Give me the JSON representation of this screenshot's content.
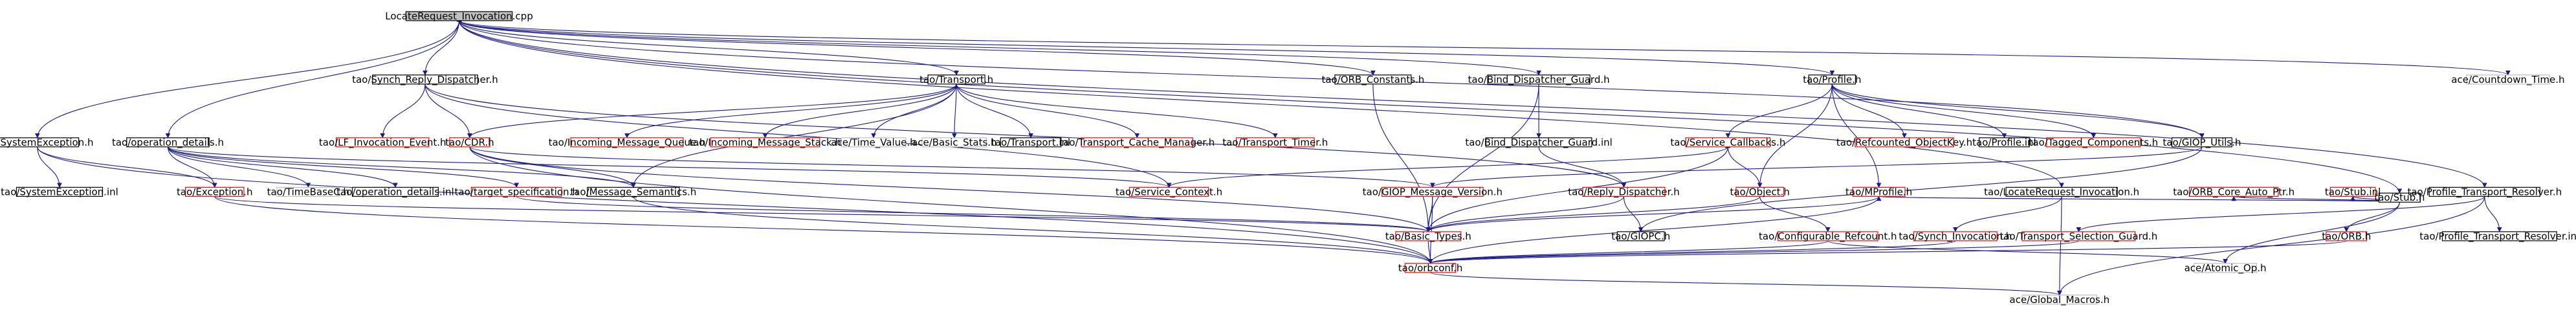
{
  "colors": {
    "root_fill": "#c0c0c0",
    "node_fill": "#ffffff",
    "border_black": "#000000",
    "border_red": "#ff0000",
    "border_gray": "#bfbfbf",
    "text": "#000000",
    "edge": "#1a1a8c"
  },
  "nodes": [
    {
      "id": "root",
      "label": "LocateRequest_Invocation.cpp",
      "style": "root"
    },
    {
      "id": "synch_reply",
      "label": "tao/Synch_Reply_Dispatcher.h",
      "style": "black"
    },
    {
      "id": "transport",
      "label": "tao/Transport.h",
      "style": "black"
    },
    {
      "id": "orb_constants",
      "label": "tao/ORB_Constants.h",
      "style": "black"
    },
    {
      "id": "bind_guard",
      "label": "tao/Bind_Dispatcher_Guard.h",
      "style": "black"
    },
    {
      "id": "profile",
      "label": "tao/Profile.h",
      "style": "black"
    },
    {
      "id": "stub",
      "label": "tao/Stub.h",
      "style": "black"
    },
    {
      "id": "countdown",
      "label": "ace/Countdown_Time.h",
      "style": "gray"
    },
    {
      "id": "sys_exc",
      "label": "tao/SystemException.h",
      "style": "black"
    },
    {
      "id": "op_details",
      "label": "tao/operation_details.h",
      "style": "black"
    },
    {
      "id": "lf_event",
      "label": "tao/LF_Invocation_Event.h",
      "style": "red"
    },
    {
      "id": "cdr",
      "label": "tao/CDR.h",
      "style": "red"
    },
    {
      "id": "in_queue",
      "label": "tao/Incoming_Message_Queue.h",
      "style": "red"
    },
    {
      "id": "in_stack",
      "label": "tao/Incoming_Message_Stack.h",
      "style": "red"
    },
    {
      "id": "time_value",
      "label": "ace/Time_Value.h",
      "style": "gray"
    },
    {
      "id": "basic_stats",
      "label": "ace/Basic_Stats.h",
      "style": "gray"
    },
    {
      "id": "transport_inl",
      "label": "tao/Transport.inl",
      "style": "black"
    },
    {
      "id": "cache_mgr",
      "label": "tao/Transport_Cache_Manager.h",
      "style": "red"
    },
    {
      "id": "transport_timer",
      "label": "tao/Transport_Timer.h",
      "style": "red"
    },
    {
      "id": "bind_guard_inl",
      "label": "tao/Bind_Dispatcher_Guard.inl",
      "style": "black"
    },
    {
      "id": "svc_callbacks",
      "label": "tao/Service_Callbacks.h",
      "style": "red"
    },
    {
      "id": "refcounted_key",
      "label": "tao/Refcounted_ObjectKey.h",
      "style": "red"
    },
    {
      "id": "profile_inl",
      "label": "tao/Profile.inl",
      "style": "black"
    },
    {
      "id": "tagged_comp",
      "label": "tao/Tagged_Components.h",
      "style": "red"
    },
    {
      "id": "giop_utils",
      "label": "tao/GIOP_Utils.h",
      "style": "black"
    },
    {
      "id": "sys_exc_inl",
      "label": "tao/SystemException.inl",
      "style": "black"
    },
    {
      "id": "exception",
      "label": "tao/Exception.h",
      "style": "red"
    },
    {
      "id": "timebase",
      "label": "tao/TimeBaseC.h",
      "style": "gray"
    },
    {
      "id": "op_details_inl",
      "label": "tao/operation_details.inl",
      "style": "black"
    },
    {
      "id": "target_spec",
      "label": "tao/target_specification.h",
      "style": "red"
    },
    {
      "id": "msg_semantics",
      "label": "tao/Message_Semantics.h",
      "style": "black"
    },
    {
      "id": "svc_context",
      "label": "tao/Service_Context.h",
      "style": "red"
    },
    {
      "id": "giop_msg_ver",
      "label": "tao/GIOP_Message_Version.h",
      "style": "red"
    },
    {
      "id": "reply_disp",
      "label": "tao/Reply_Dispatcher.h",
      "style": "red"
    },
    {
      "id": "object",
      "label": "tao/Object.h",
      "style": "red"
    },
    {
      "id": "mprofile",
      "label": "tao/MProfile.h",
      "style": "red"
    },
    {
      "id": "locreq_inv",
      "label": "tao/LocateRequest_Invocation.h",
      "style": "black"
    },
    {
      "id": "orb_core_auto",
      "label": "tao/ORB_Core_Auto_Ptr.h",
      "style": "red"
    },
    {
      "id": "stub_inl",
      "label": "tao/Stub.inl",
      "style": "red"
    },
    {
      "id": "profile_resolver",
      "label": "tao/Profile_Transport_Resolver.h",
      "style": "black"
    },
    {
      "id": "basic_types",
      "label": "tao/Basic_Types.h",
      "style": "red"
    },
    {
      "id": "giopc",
      "label": "tao/GIOPC.h",
      "style": "black"
    },
    {
      "id": "config_refcount",
      "label": "tao/Configurable_Refcount.h",
      "style": "red"
    },
    {
      "id": "synch_inv",
      "label": "tao/Synch_Invocation.h",
      "style": "red"
    },
    {
      "id": "sel_guard",
      "label": "tao/Transport_Selection_Guard.h",
      "style": "red"
    },
    {
      "id": "orb_h",
      "label": "tao/ORB.h",
      "style": "red"
    },
    {
      "id": "profile_resolver_inl",
      "label": "tao/Profile_Transport_Resolver.inl",
      "style": "black"
    },
    {
      "id": "orbconf",
      "label": "tao/orbconf.h",
      "style": "red"
    },
    {
      "id": "atomic_op",
      "label": "ace/Atomic_Op.h",
      "style": "gray"
    },
    {
      "id": "global_macros",
      "label": "ace/Global_Macros.h",
      "style": "gray"
    }
  ],
  "edges": [
    [
      "root",
      "synch_reply"
    ],
    [
      "root",
      "transport"
    ],
    [
      "root",
      "orb_constants"
    ],
    [
      "root",
      "bind_guard"
    ],
    [
      "root",
      "profile"
    ],
    [
      "root",
      "stub"
    ],
    [
      "root",
      "countdown"
    ],
    [
      "root",
      "sys_exc"
    ],
    [
      "root",
      "op_details"
    ],
    [
      "root",
      "locreq_inv"
    ],
    [
      "root",
      "profile_resolver"
    ],
    [
      "root",
      "giop_utils"
    ],
    [
      "synch_reply",
      "lf_event"
    ],
    [
      "synch_reply",
      "cdr"
    ],
    [
      "synch_reply",
      "svc_context"
    ],
    [
      "synch_reply",
      "reply_disp"
    ],
    [
      "transport",
      "cdr"
    ],
    [
      "transport",
      "in_queue"
    ],
    [
      "transport",
      "in_stack"
    ],
    [
      "transport",
      "time_value"
    ],
    [
      "transport",
      "basic_stats"
    ],
    [
      "transport",
      "transport_inl"
    ],
    [
      "transport",
      "cache_mgr"
    ],
    [
      "transport",
      "transport_timer"
    ],
    [
      "transport",
      "msg_semantics"
    ],
    [
      "orb_constants",
      "basic_types"
    ],
    [
      "bind_guard",
      "bind_guard_inl"
    ],
    [
      "bind_guard",
      "basic_types"
    ],
    [
      "bind_guard_inl",
      "reply_disp"
    ],
    [
      "profile",
      "svc_callbacks"
    ],
    [
      "profile",
      "refcounted_key"
    ],
    [
      "profile",
      "profile_inl"
    ],
    [
      "profile",
      "tagged_comp"
    ],
    [
      "profile",
      "giop_utils"
    ],
    [
      "profile",
      "object"
    ],
    [
      "profile",
      "mprofile"
    ],
    [
      "stub",
      "orb_core_auto"
    ],
    [
      "stub",
      "stub_inl"
    ],
    [
      "stub",
      "orb_h"
    ],
    [
      "stub",
      "atomic_op"
    ],
    [
      "stub",
      "mprofile"
    ],
    [
      "sys_exc",
      "sys_exc_inl"
    ],
    [
      "sys_exc",
      "exception"
    ],
    [
      "sys_exc",
      "orbconf"
    ],
    [
      "op_details",
      "exception"
    ],
    [
      "op_details",
      "timebase"
    ],
    [
      "op_details",
      "op_details_inl"
    ],
    [
      "op_details",
      "target_spec"
    ],
    [
      "op_details",
      "msg_semantics"
    ],
    [
      "op_details",
      "svc_context"
    ],
    [
      "cdr",
      "giop_msg_ver"
    ],
    [
      "cdr",
      "basic_types"
    ],
    [
      "cdr",
      "orbconf"
    ],
    [
      "cdr",
      "msg_semantics"
    ],
    [
      "svc_callbacks",
      "svc_context"
    ],
    [
      "svc_callbacks",
      "basic_types"
    ],
    [
      "svc_callbacks",
      "object"
    ],
    [
      "giop_utils",
      "giopc"
    ],
    [
      "giop_utils",
      "giop_msg_ver"
    ],
    [
      "exception",
      "basic_types"
    ],
    [
      "exception",
      "orbconf"
    ],
    [
      "target_spec",
      "basic_types"
    ],
    [
      "msg_semantics",
      "orbconf"
    ],
    [
      "giop_msg_ver",
      "basic_types"
    ],
    [
      "giop_msg_ver",
      "orbconf"
    ],
    [
      "reply_disp",
      "basic_types"
    ],
    [
      "reply_disp",
      "giopc"
    ],
    [
      "object",
      "basic_types"
    ],
    [
      "object",
      "config_refcount"
    ],
    [
      "mprofile",
      "basic_types"
    ],
    [
      "mprofile",
      "orbconf"
    ],
    [
      "locreq_inv",
      "synch_inv"
    ],
    [
      "locreq_inv",
      "global_macros"
    ],
    [
      "profile_resolver",
      "sel_guard"
    ],
    [
      "profile_resolver",
      "profile_resolver_inl"
    ],
    [
      "profile_resolver",
      "global_macros"
    ],
    [
      "basic_types",
      "orbconf"
    ],
    [
      "config_refcount",
      "orbconf"
    ],
    [
      "config_refcount",
      "atomic_op"
    ],
    [
      "synch_inv",
      "orbconf"
    ],
    [
      "sel_guard",
      "orbconf"
    ],
    [
      "orb_h",
      "orbconf"
    ],
    [
      "orbconf",
      "global_macros"
    ]
  ]
}
